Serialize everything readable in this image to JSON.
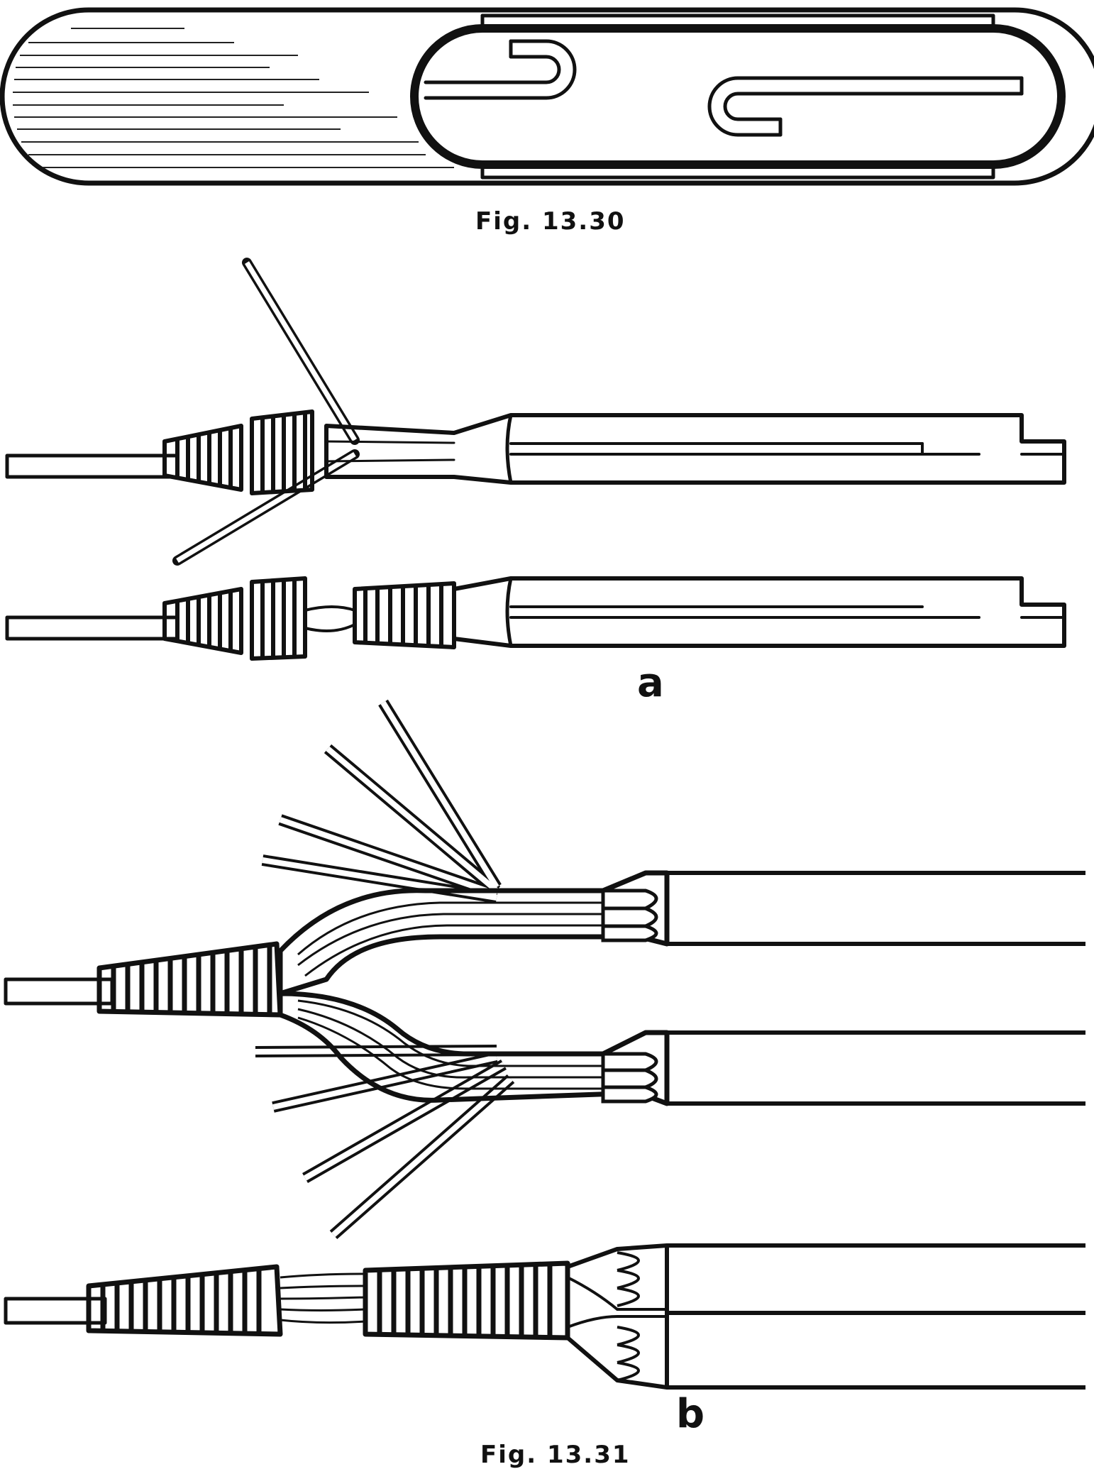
{
  "figures": [
    {
      "caption": "Fig. 13.30"
    },
    {
      "caption": "Fig. 13.31",
      "sub_labels": [
        "a",
        "b"
      ]
    }
  ],
  "colors": {
    "ink": "#111111",
    "paper": "#ffffff"
  }
}
